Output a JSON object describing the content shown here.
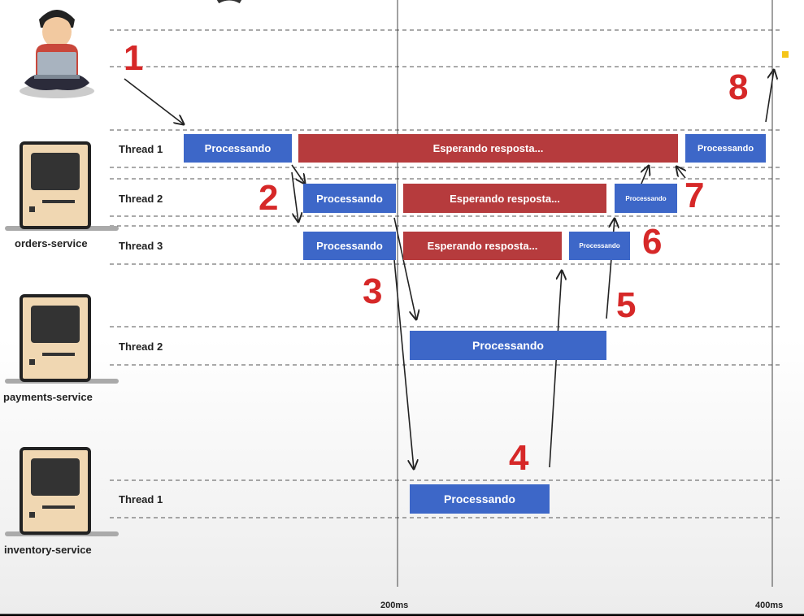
{
  "services": [
    {
      "name": "orders-service",
      "threads": [
        "Thread 1",
        "Thread 2",
        "Thread 3"
      ]
    },
    {
      "name": "payments-service",
      "threads": [
        "Thread 2"
      ]
    },
    {
      "name": "inventory-service",
      "threads": [
        "Thread 1"
      ]
    }
  ],
  "bars": {
    "processing": "Processando",
    "waiting": "Esperando resposta..."
  },
  "steps": [
    "1",
    "2",
    "3",
    "4",
    "5",
    "6",
    "7",
    "8"
  ],
  "timeline": {
    "ticks": [
      "200ms",
      "400ms"
    ]
  },
  "colors": {
    "processing": "#3d67c8",
    "waiting": "#b63b3d",
    "step_number": "#d62828",
    "marker": "#f5c518"
  },
  "icons": [
    "user-with-laptop-icon",
    "computer-icon"
  ]
}
